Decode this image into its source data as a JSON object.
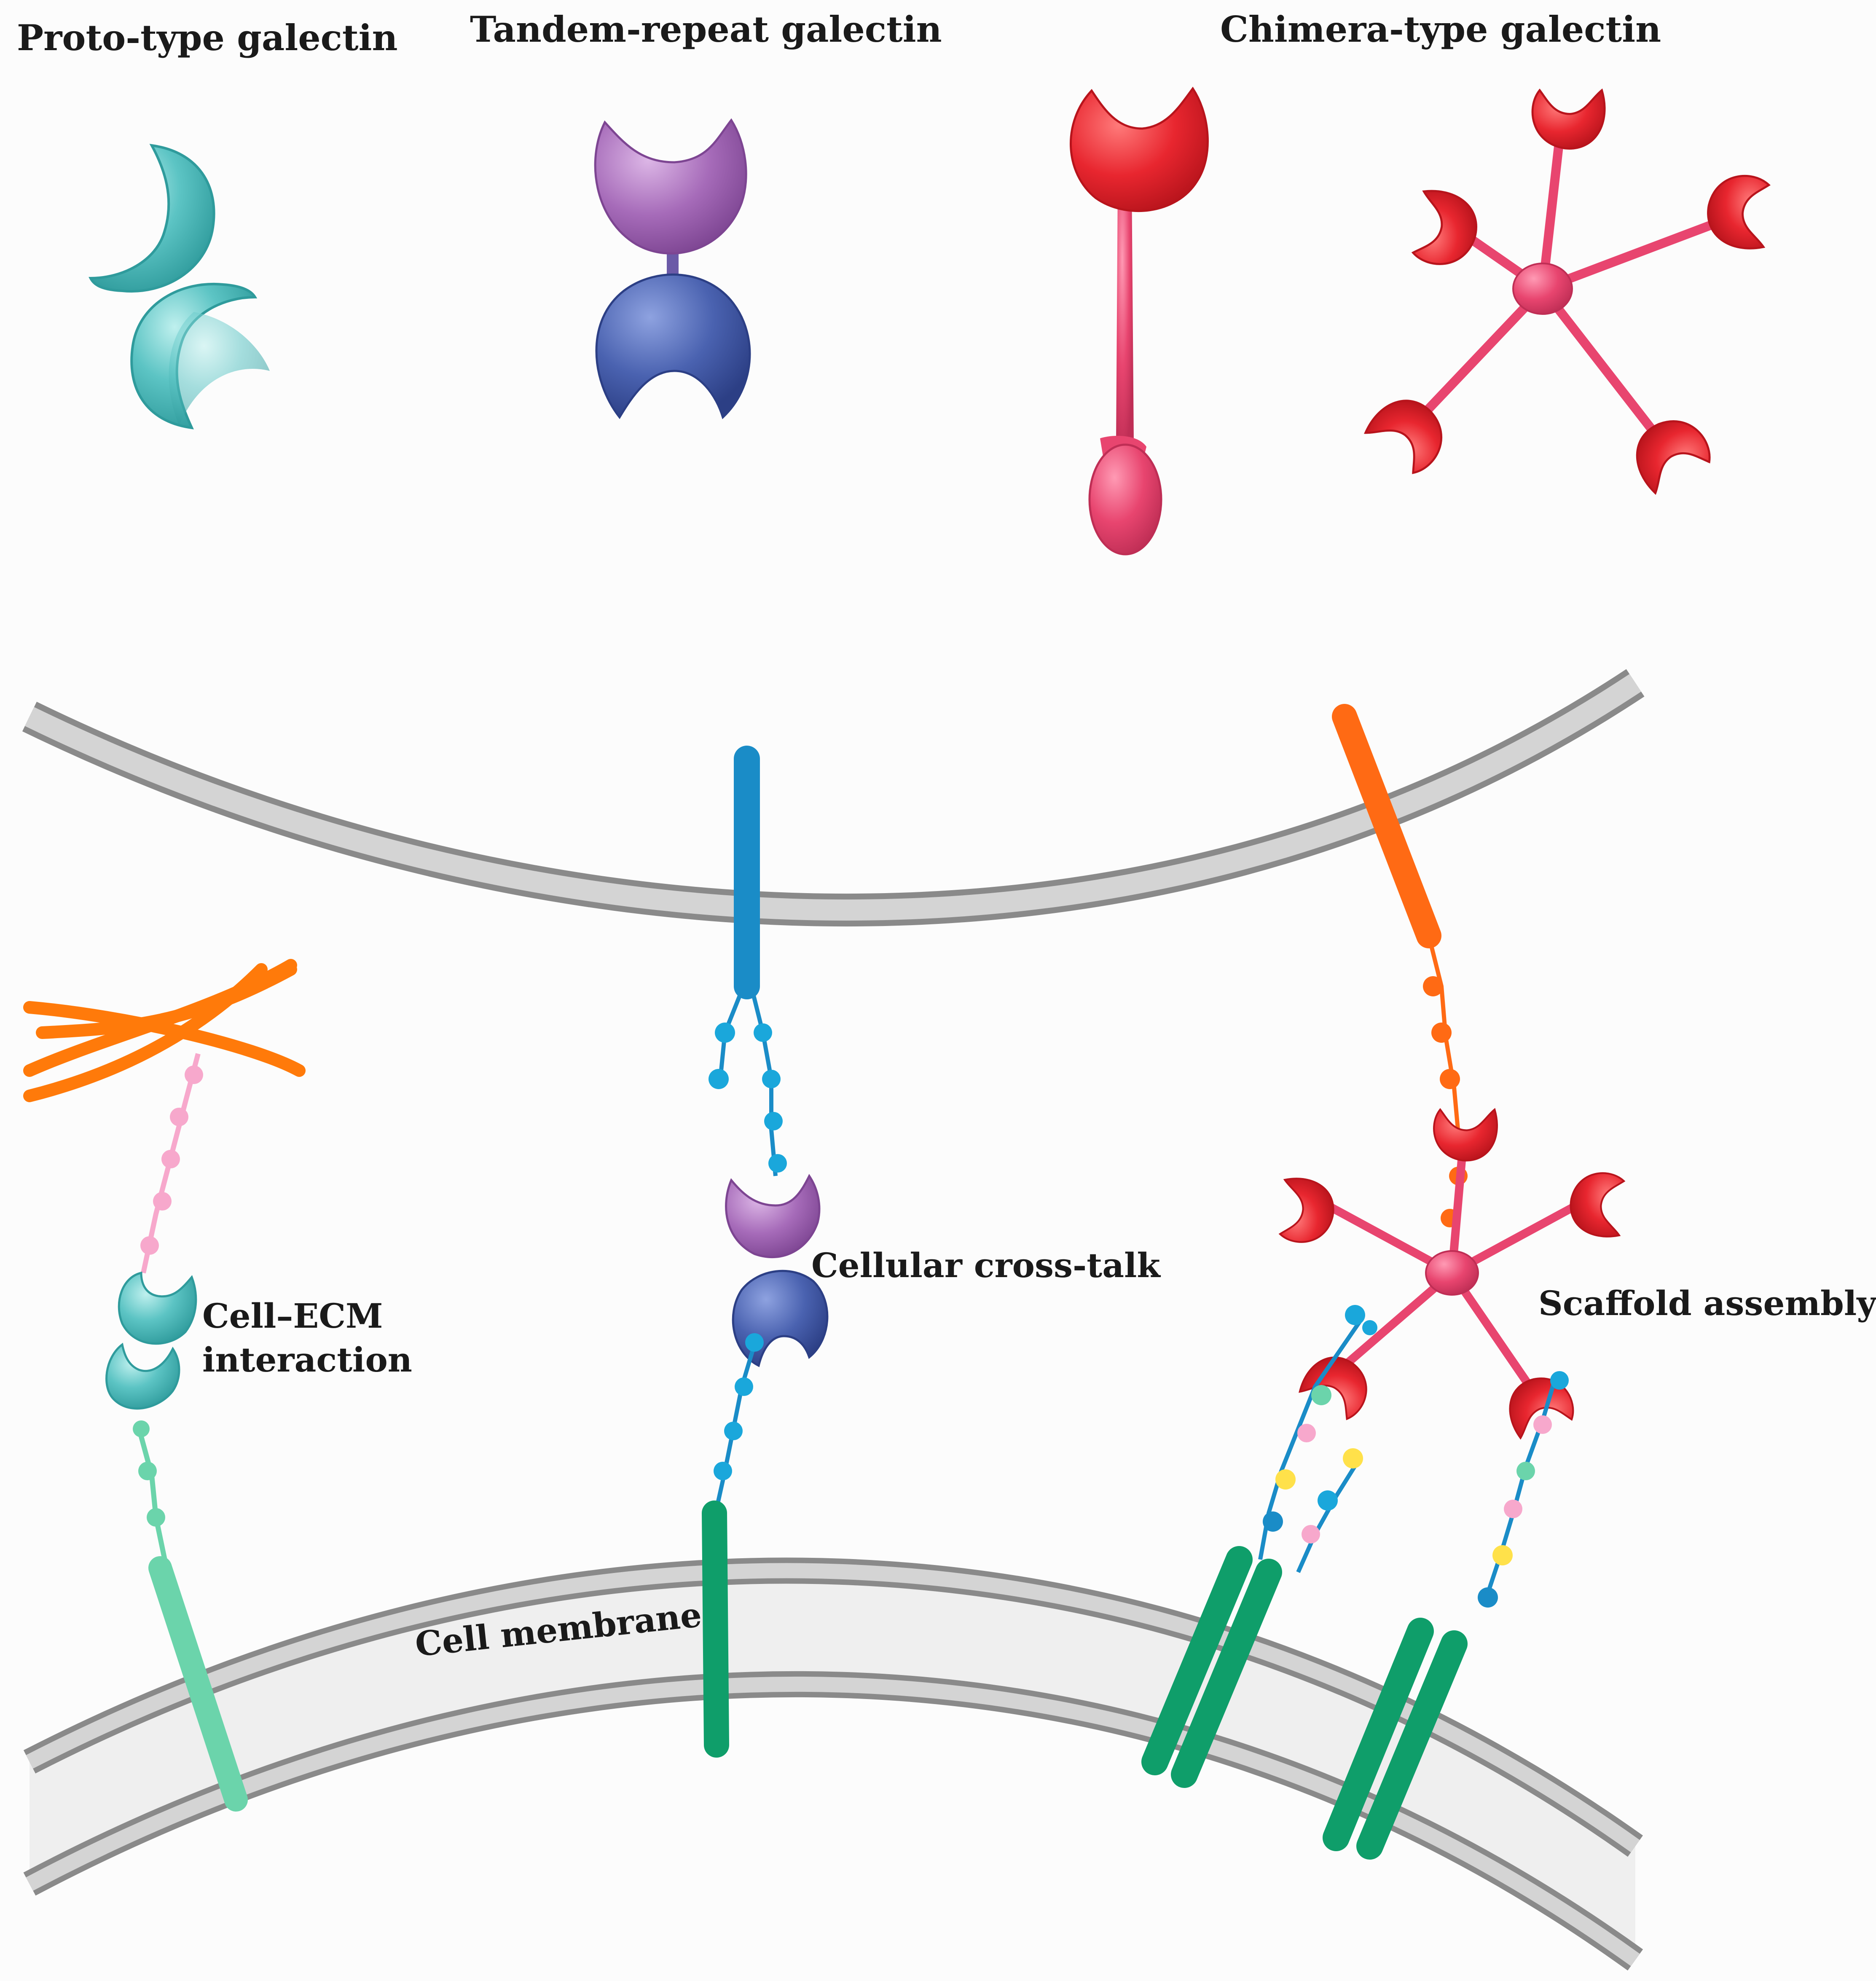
{
  "titles": {
    "proto": "Proto-type galectin",
    "tandem": "Tandem-repeat galectin",
    "chimera": "Chimera-type galectin"
  },
  "annotations": {
    "ecm_line1": "Cell–ECM",
    "ecm_line2": "interaction",
    "crosstalk": "Cellular cross-talk",
    "scaffold": "Scaffold assembly",
    "membrane": "Cell membrane"
  },
  "colors": {
    "proto": "#5cc4c4",
    "tandem_top": "#a66bb9",
    "tandem_bottom": "#4a62b0",
    "chimera_crd": "#e8262f",
    "chimera_tail": "#e8456f",
    "membrane_line": "#8a8a8a",
    "collagen": "#ff7a0a",
    "receptor_green": "#0f9e6a",
    "receptor_mint": "#6bd4ab",
    "receptor_blue": "#1a8cc7",
    "receptor_orange": "#ff6a14"
  }
}
